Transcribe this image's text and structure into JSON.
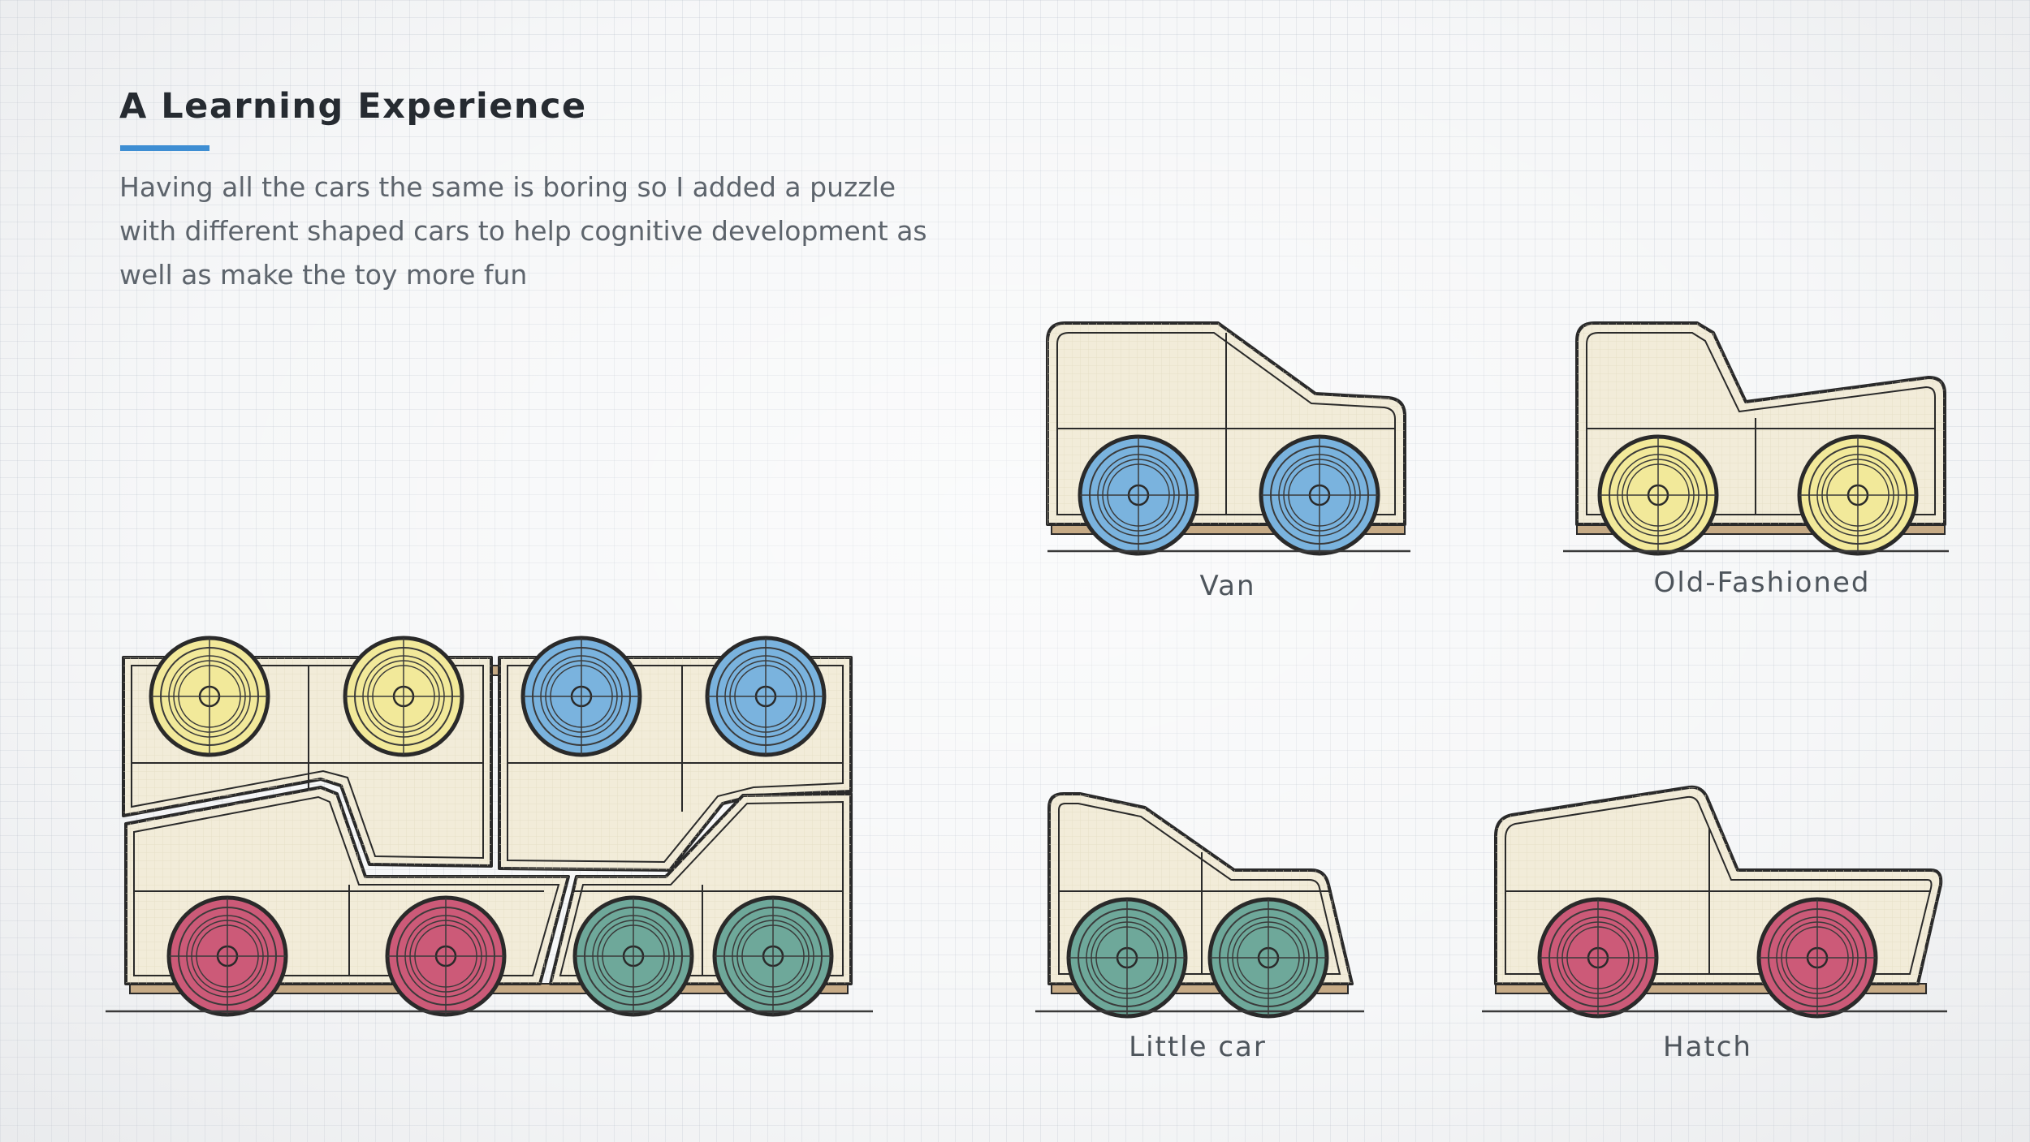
{
  "header": {
    "title": "A Learning Experience",
    "description": "Having all the cars the same is boring so I added a puzzle with different shaped cars to help cognitive development as well as make the toy more fun"
  },
  "colors": {
    "accent": "#3e8ed3",
    "body": "#f2ecd9",
    "outline": "#2a2a2a",
    "base": "#c7ab86",
    "wheel_yellow": "#f2e99a",
    "wheel_blue": "#7ab3de",
    "wheel_pink": "#cc5a78",
    "wheel_green": "#6ea89a"
  },
  "cars": {
    "van": {
      "label": "Van",
      "wheel_color": "blue"
    },
    "old_fashioned": {
      "label": "Old-Fashioned",
      "wheel_color": "yellow"
    },
    "little_car": {
      "label": "Little car",
      "wheel_color": "green"
    },
    "hatch": {
      "label": "Hatch",
      "wheel_color": "pink"
    }
  }
}
